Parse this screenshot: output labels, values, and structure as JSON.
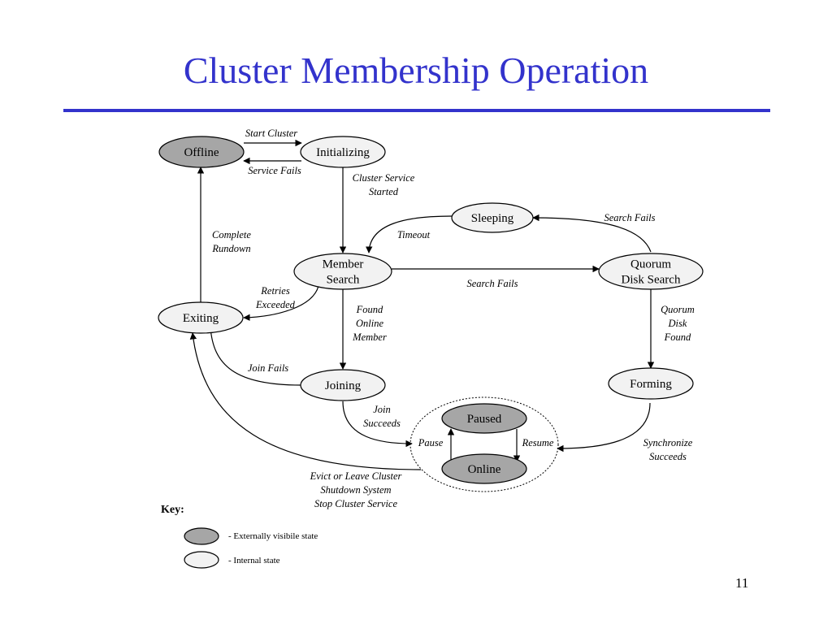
{
  "slide": {
    "title": "Cluster Membership Operation",
    "number": "11"
  },
  "states": {
    "offline": [
      "Offline"
    ],
    "initializing": [
      "Initializing"
    ],
    "sleeping": [
      "Sleeping"
    ],
    "member_search": [
      "Member",
      "Search"
    ],
    "quorum_disk_search": [
      "Quorum",
      "Disk Search"
    ],
    "exiting": [
      "Exiting"
    ],
    "joining": [
      "Joining"
    ],
    "forming": [
      "Forming"
    ],
    "paused": [
      "Paused"
    ],
    "online": [
      "Online"
    ]
  },
  "transitions": {
    "start_cluster": [
      "Start Cluster"
    ],
    "service_fails": [
      "Service Fails"
    ],
    "cluster_service_started": [
      "Cluster Service",
      "Started"
    ],
    "complete_rundown": [
      "Complete",
      "Rundown"
    ],
    "timeout": [
      "Timeout"
    ],
    "search_fails_sleeping": [
      "Search Fails"
    ],
    "search_fails_quorum": [
      "Search Fails"
    ],
    "retries_exceeded": [
      "Retries",
      "Exceeded"
    ],
    "found_online_member": [
      "Found",
      "Online",
      "Member"
    ],
    "quorum_disk_found": [
      "Quorum",
      "Disk",
      "Found"
    ],
    "join_fails": [
      "Join Fails"
    ],
    "join_succeeds": [
      "Join",
      "Succeeds"
    ],
    "pause": [
      "Pause"
    ],
    "resume": [
      "Resume"
    ],
    "synchronize_succeeds": [
      "Synchronize",
      "Succeeds"
    ],
    "evict_or_leave": [
      "Evict or Leave Cluster",
      "Shutdown System",
      "Stop Cluster Service"
    ]
  },
  "key": {
    "title": "Key:",
    "external": "- Externally visibile state",
    "internal": "- Internal state"
  },
  "colors": {
    "title": "#3333cc",
    "external_state": "#a6a6a6",
    "internal_state": "#f2f2f2"
  }
}
